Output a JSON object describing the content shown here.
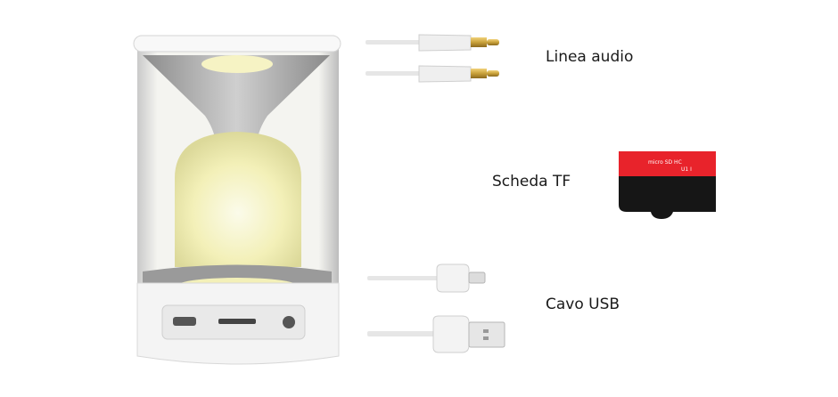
{
  "labels": {
    "audio_cable": "Linea audio",
    "tf_card": "Scheda TF",
    "usb_cable": "Cavo USB"
  },
  "tf_card": {
    "logo_text": "micro SD HC",
    "class_text": "U1 I",
    "top_color": "#e8232b",
    "bottom_color": "#161616"
  },
  "colors": {
    "lamp_glow": "#f6f3c4",
    "lamp_body": "#f2f2f2",
    "cable": "#e6e6e6",
    "plug_gold": "#c9a13a"
  }
}
